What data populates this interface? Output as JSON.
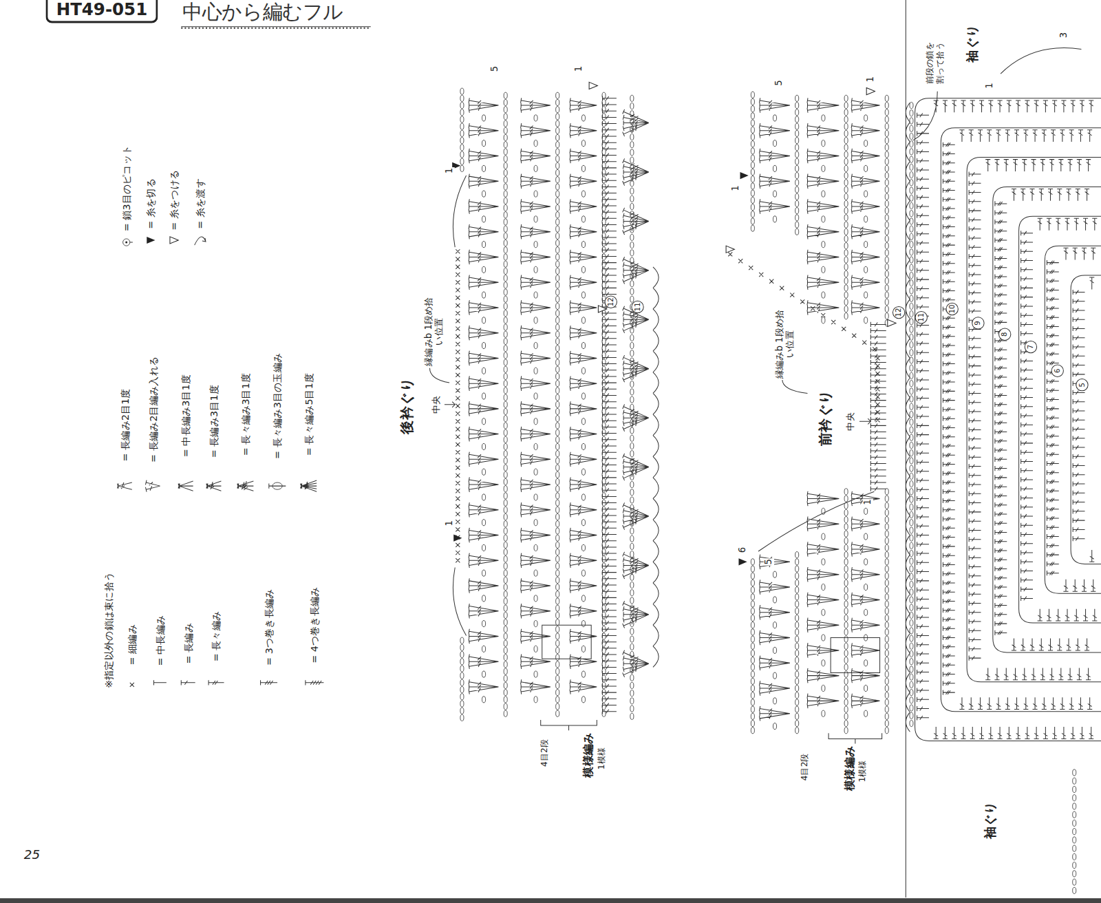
{
  "diagram": {
    "title": "中心から編むフル",
    "nodes": [
      {
        "text": [
          "HT49-051"
        ]
      },
      {
        "text": [
          "12"
        ]
      },
      {
        "text": [
          "11"
        ]
      },
      {
        "text": [
          "12"
        ]
      },
      {
        "text": [
          "11"
        ]
      },
      {
        "text": [
          "10"
        ]
      },
      {
        "text": [
          "9"
        ]
      },
      {
        "text": [
          "8"
        ]
      },
      {
        "text": [
          "7"
        ]
      },
      {
        "text": [
          "6"
        ]
      },
      {
        "text": [
          "5"
        ]
      }
    ],
    "labels": [
      "後衿ぐり",
      "中央",
      "縁編みb 1段め拾い位置",
      "模様編み",
      "1模様",
      "4目2段",
      "5",
      "1",
      "1",
      "1",
      "前衿ぐり",
      "中央",
      "縁編みb 1段め拾い位置",
      "模様編み",
      "1模様",
      "4目2段",
      "5",
      "1",
      "1",
      "1",
      "6",
      "5",
      "袖ぐり",
      "前段の鎖を割って拾う",
      "3",
      "1",
      "袖ぐり",
      "※指定以外の鎖は束に拾う",
      "25"
    ],
    "legend": [
      {
        "text": "= 細編み"
      },
      {
        "text": "= 中長編み"
      },
      {
        "text": "= 長編み"
      },
      {
        "text": "= 長々編み"
      },
      {
        "text": "= 3つ巻き長編み"
      },
      {
        "text": "= 4つ巻き長編み"
      },
      {
        "text": "= 長編み2目1度"
      },
      {
        "text": "= 長編み2目編み入れる"
      },
      {
        "text": "= 中長編み3目1度"
      },
      {
        "text": "= 長編み3目1度"
      },
      {
        "text": "= 長々編み3目1度"
      },
      {
        "text": "= 長々編み3目の玉編み"
      },
      {
        "text": "= 長々編み5目1度"
      },
      {
        "text": "= 鎖3目のピコット"
      },
      {
        "text": "= 糸を切る"
      },
      {
        "text": "= 糸をつける"
      },
      {
        "text": "= 糸を渡す"
      }
    ]
  }
}
